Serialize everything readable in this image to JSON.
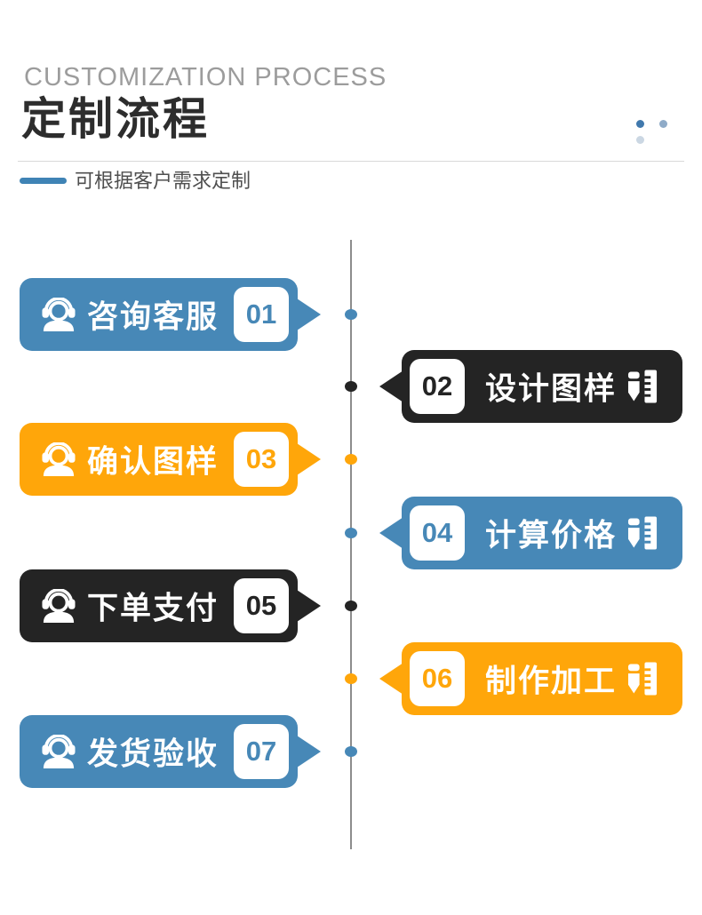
{
  "header": {
    "title_en": "CUSTOMIZATION PROCESS",
    "title_zh": "定制流程",
    "subtitle": "可根据客户需求定制",
    "decor_dot_colors": [
      "#4179ad",
      "#8fabc8",
      "#cbd7e3"
    ]
  },
  "colors": {
    "blue": "#4788b7",
    "orange": "#ffa60a",
    "dark": "#242424",
    "timeline": "#8c8c8c"
  },
  "steps": [
    {
      "num": "01",
      "label": "咨询客服",
      "color": "blue",
      "side": "left",
      "icon": "headset"
    },
    {
      "num": "02",
      "label": "设计图样",
      "color": "dark",
      "side": "right",
      "icon": "pen-ruler"
    },
    {
      "num": "03",
      "label": "确认图样",
      "color": "orange",
      "side": "left",
      "icon": "headset"
    },
    {
      "num": "04",
      "label": "计算价格",
      "color": "blue",
      "side": "right",
      "icon": "pen-ruler"
    },
    {
      "num": "05",
      "label": "下单支付",
      "color": "dark",
      "side": "left",
      "icon": "headset"
    },
    {
      "num": "06",
      "label": "制作加工",
      "color": "orange",
      "side": "right",
      "icon": "pen-ruler"
    },
    {
      "num": "07",
      "label": "发货验收",
      "color": "blue",
      "side": "left",
      "icon": "headset"
    }
  ]
}
